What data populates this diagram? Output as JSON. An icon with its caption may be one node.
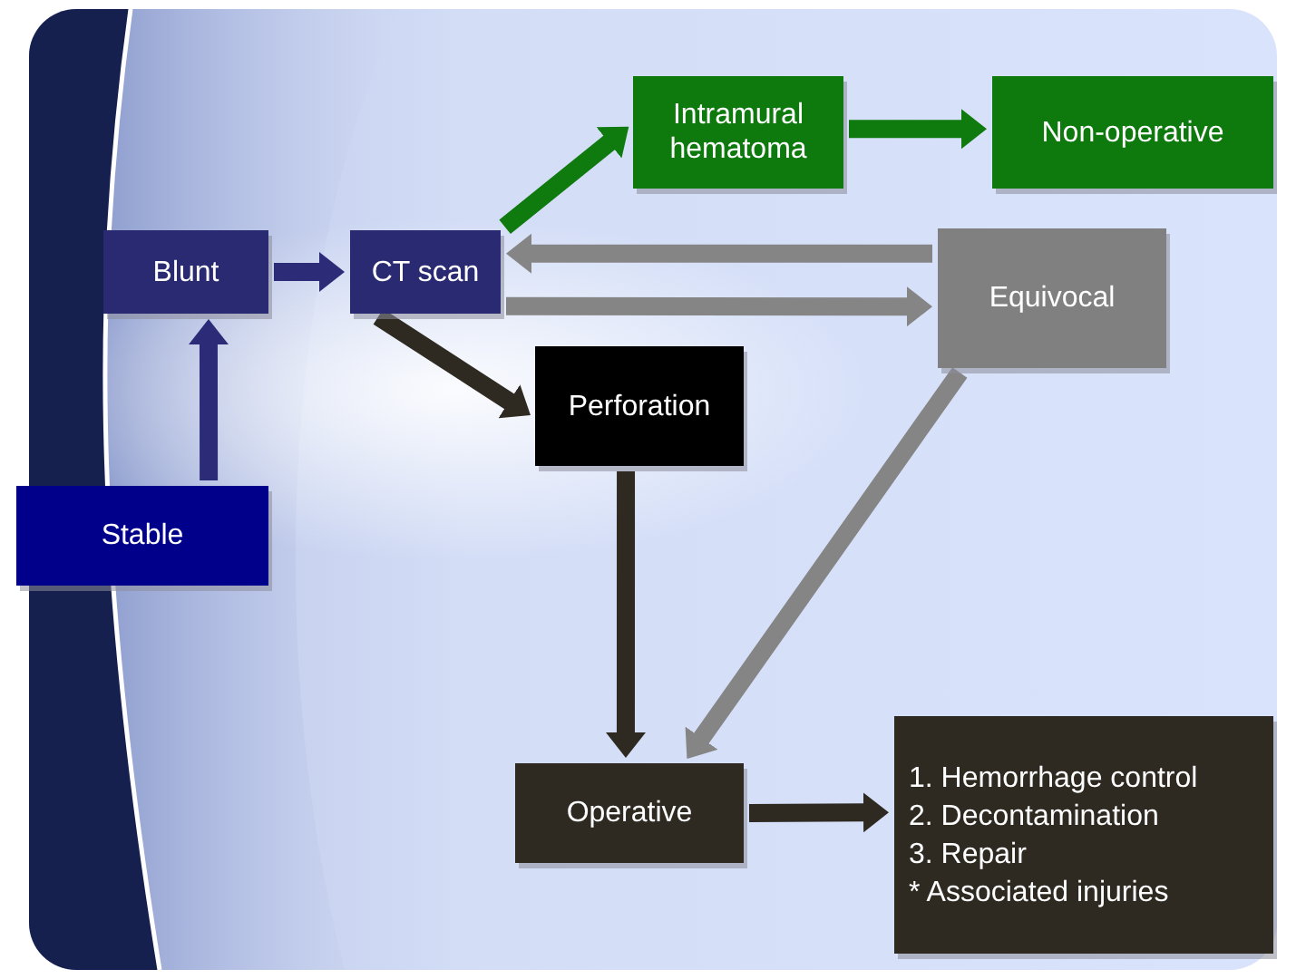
{
  "diagram": {
    "nodes": [
      {
        "text": [
          "Intramural hematoma"
        ]
      },
      {
        "text": [
          "Non-operative"
        ]
      },
      {
        "text": [
          "Blunt"
        ]
      },
      {
        "text": [
          "CT scan"
        ]
      },
      {
        "text": [
          "Equivocal"
        ]
      },
      {
        "text": [
          "Perforation"
        ]
      },
      {
        "text": [
          "Stable"
        ]
      },
      {
        "text": [
          "Operative"
        ]
      },
      {
        "text": [
          "1. Hemorrhage control",
          "2. Decontamination",
          "3. Repair",
          "* Associated injuries"
        ]
      }
    ],
    "edges": [
      {
        "from": 6,
        "to": 2,
        "arrow": "to",
        "color": "#2b2b78"
      },
      {
        "from": 2,
        "to": 3,
        "arrow": "to",
        "color": "#2b2b78"
      },
      {
        "from": 3,
        "to": 0,
        "arrow": "to",
        "color": "#0f7b0f"
      },
      {
        "from": 0,
        "to": 1,
        "arrow": "to",
        "color": "#0f7b0f"
      },
      {
        "from": 4,
        "to": 3,
        "arrow": "to",
        "color": "#858585"
      },
      {
        "from": 3,
        "to": 4,
        "arrow": "to",
        "color": "#858585"
      },
      {
        "from": 3,
        "to": 5,
        "arrow": "to",
        "color": "#2e2a22"
      },
      {
        "from": 5,
        "to": 7,
        "arrow": "to",
        "color": "#2e2a22"
      },
      {
        "from": 4,
        "to": 7,
        "arrow": "to",
        "color": "#858585"
      },
      {
        "from": 7,
        "to": 8,
        "arrow": "to",
        "color": "#2e2a22"
      }
    ]
  }
}
